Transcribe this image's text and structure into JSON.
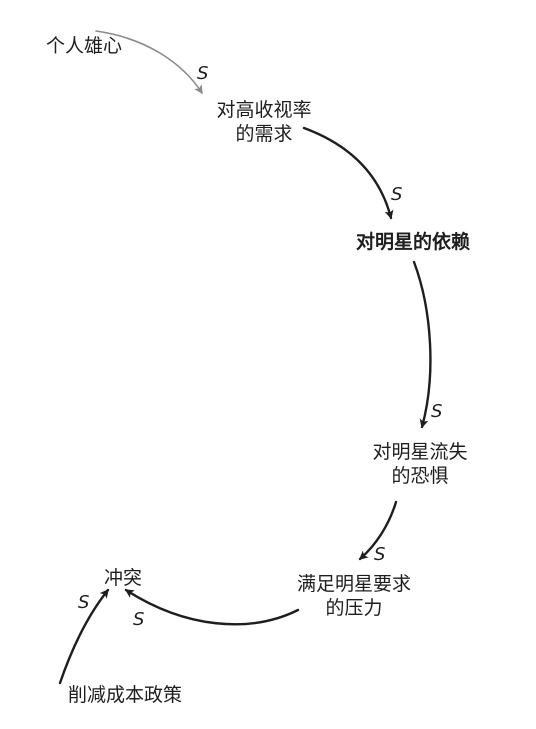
{
  "colors": {
    "text": "#1e1e1e",
    "arrow_dark": "#1e1e1e",
    "arrow_light": "#8a8a8a",
    "background": "#ffffff"
  },
  "nodes": {
    "ambition": {
      "label": "个人雄心"
    },
    "ratings_demand": {
      "line1": "对高收视率",
      "line2": "的需求"
    },
    "star_dependence": {
      "label": "对明星的依赖"
    },
    "fear_of_loss": {
      "line1": "对明星流失",
      "line2": "的恐惧"
    },
    "pressure": {
      "line1": "满足明星要求",
      "line2": "的压力"
    },
    "conflict": {
      "label": "冲突"
    },
    "cost_cutting": {
      "label": "削减成本政策"
    }
  },
  "links": [
    {
      "from": "个人雄心",
      "to": "对高收视率的需求",
      "polarity": "S"
    },
    {
      "from": "对高收视率的需求",
      "to": "对明星的依赖",
      "polarity": "S"
    },
    {
      "from": "对明星的依赖",
      "to": "对明星流失的恐惧",
      "polarity": "S"
    },
    {
      "from": "对明星流失的恐惧",
      "to": "满足明星要求的压力",
      "polarity": "S"
    },
    {
      "from": "满足明星要求的压力",
      "to": "冲突",
      "polarity": "S"
    },
    {
      "from": "削减成本政策",
      "to": "冲突",
      "polarity": "S"
    }
  ]
}
